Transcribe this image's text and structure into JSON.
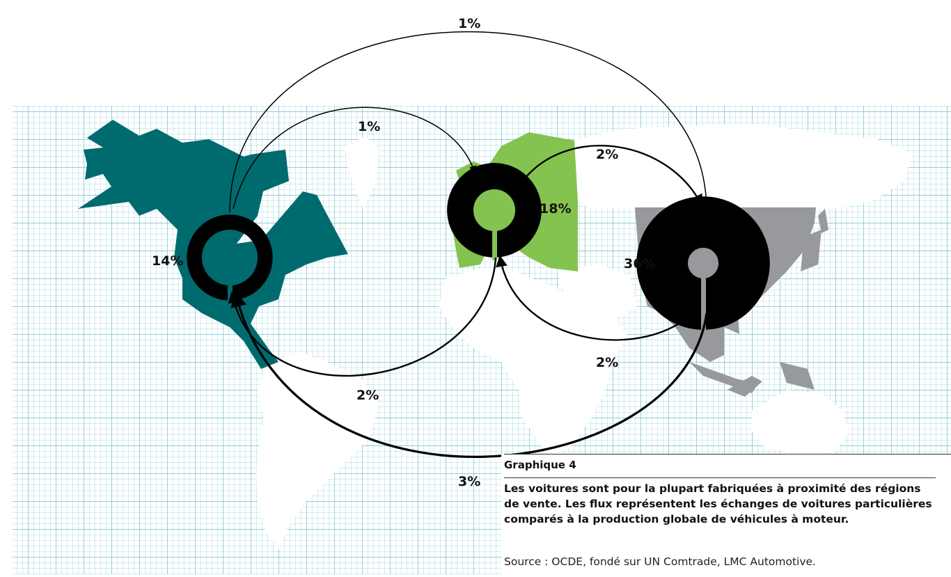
{
  "colors": {
    "north_america": "#006b6f",
    "europe": "#84c350",
    "asia": "#98999c",
    "grid": "#7fc9cf",
    "land_other": "#ffffff",
    "flow": "#000000"
  },
  "regions": [
    {
      "id": "north-america",
      "share_label": "14%",
      "share": 14
    },
    {
      "id": "europe",
      "share_label": "18%",
      "share": 18
    },
    {
      "id": "asia",
      "share_label": "36%",
      "share": 36
    }
  ],
  "flows": [
    {
      "from": "north-america",
      "to": "asia",
      "label": "1%",
      "value": 1
    },
    {
      "from": "north-america",
      "to": "europe",
      "label": "1%",
      "value": 1
    },
    {
      "from": "europe",
      "to": "asia",
      "label": "2%",
      "value": 2
    },
    {
      "from": "europe",
      "to": "north-america",
      "label": "2%",
      "value": 2
    },
    {
      "from": "asia",
      "to": "europe",
      "label": "2%",
      "value": 2
    },
    {
      "from": "asia",
      "to": "north-america",
      "label": "3%",
      "value": 3
    }
  ],
  "caption": {
    "label": "Graphique 4",
    "title": "Les voitures sont pour la plupart fabriquées à proximité des régions de vente. Les flux représentent les échanges de voitures particulières comparés à la production globale de véhicules à moteur.",
    "source": "Source : OCDE, fondé sur UN Comtrade, LMC Automotive."
  }
}
